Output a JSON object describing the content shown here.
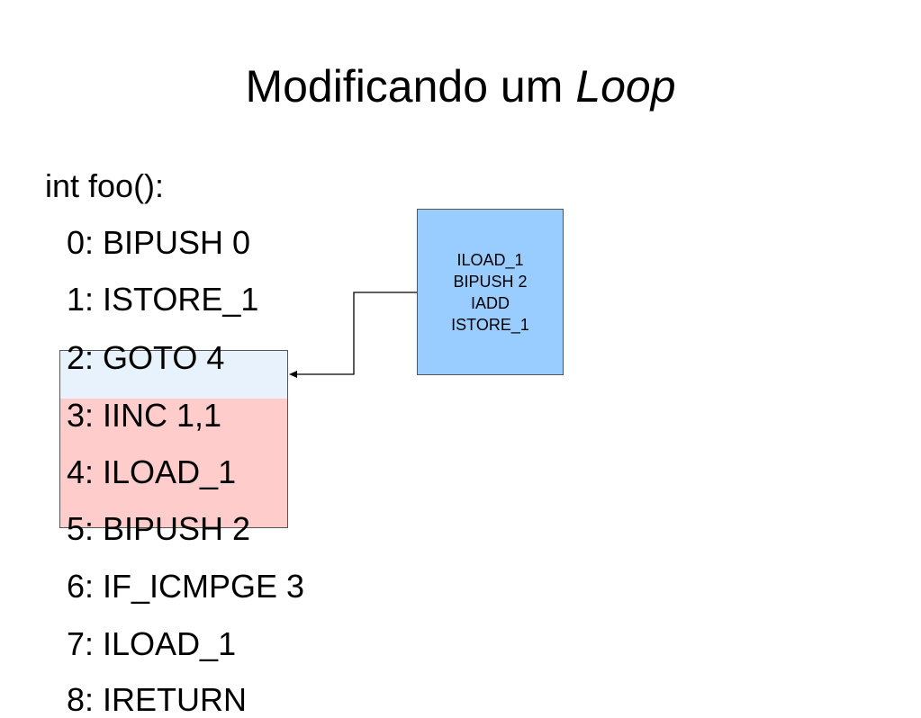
{
  "title": {
    "text": "Modificando um",
    "emphasis": "Loop"
  },
  "code": {
    "header": "int foo():",
    "lines": [
      "0: BIPUSH 0",
      "1: ISTORE_1",
      "2: GOTO 4",
      "3: IINC 1,1",
      "4: ILOAD_1",
      "5: BIPUSH 2",
      "6: IF_ICMPGE 3",
      "7: ILOAD_1",
      "8: IRETURN"
    ]
  },
  "inserted_block": {
    "lines": [
      "ILOAD_1",
      "BIPUSH 2",
      "IADD",
      "ISTORE_1"
    ]
  },
  "colors": {
    "highlight_blue": "#e8f2fd",
    "highlight_red": "#ffcccc",
    "block_fill": "#99ccff",
    "outline": "#555555"
  }
}
